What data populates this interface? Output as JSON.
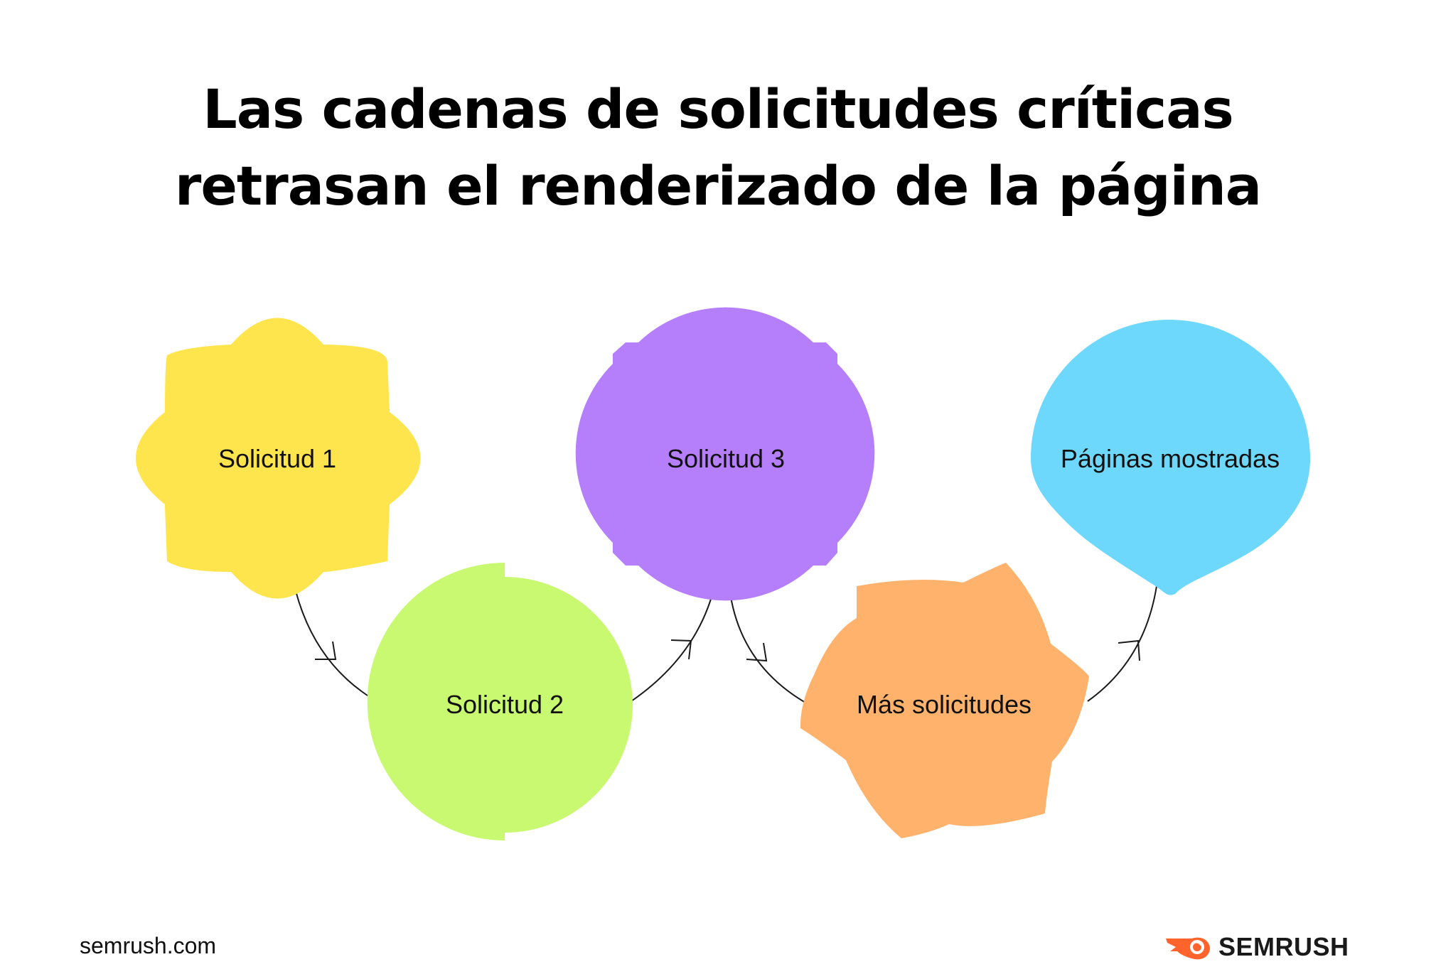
{
  "title": {
    "line1": "Las cadenas de solicitudes críticas",
    "line2": "retrasan el renderizado de la página"
  },
  "nodes": [
    {
      "label": "Solicitud 1",
      "color": "#FFE54D"
    },
    {
      "label": "Solicitud 2",
      "color": "#C8F970"
    },
    {
      "label": "Solicitud 3",
      "color": "#B57FFC"
    },
    {
      "label": "Más solicitudes",
      "color": "#FFB26C"
    },
    {
      "label": "Páginas mostradas",
      "color": "#6ED8FC"
    }
  ],
  "footer": {
    "site": "semrush.com",
    "brand": "SEMRUSH",
    "brand_icon": "semrush-flame-icon",
    "brand_color": "#FF642D"
  }
}
